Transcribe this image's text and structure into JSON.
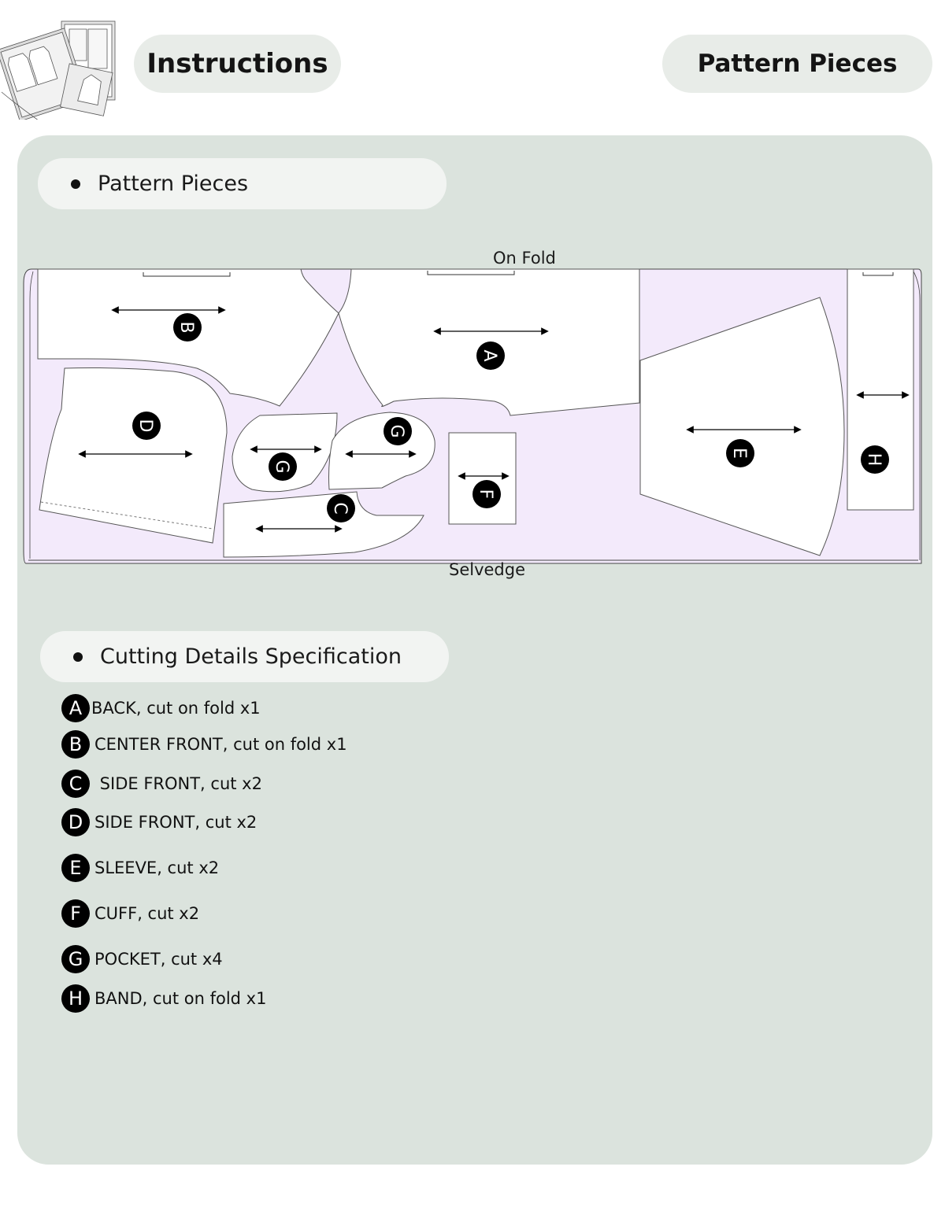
{
  "header": {
    "left_title": "Instructions",
    "right_title": "Pattern Pieces"
  },
  "layout_section": {
    "heading": "Pattern Pieces",
    "fold_label": "On Fold",
    "selvedge_label": "Selvedge",
    "piece_letters": [
      "A",
      "B",
      "C",
      "D",
      "E",
      "F",
      "G",
      "G",
      "H"
    ]
  },
  "cutting_section": {
    "heading": "Cutting Details Specification",
    "items": [
      {
        "letter": "A",
        "text": "BACK, cut on fold x1"
      },
      {
        "letter": "B",
        "text": "CENTER FRONT, cut on fold x1"
      },
      {
        "letter": "C",
        "text": " SIDE FRONT, cut x2"
      },
      {
        "letter": "D",
        "text": "SIDE FRONT, cut x2"
      },
      {
        "letter": "E",
        "text": "SLEEVE, cut x2"
      },
      {
        "letter": "F",
        "text": "CUFF, cut x2"
      },
      {
        "letter": "G",
        "text": "POCKET, cut x4"
      },
      {
        "letter": "H",
        "text": "BAND, cut on fold x1"
      }
    ]
  },
  "colors": {
    "panel": "#dbe3dd",
    "pill": "#e8ece8",
    "fabric": "#f3eafb",
    "piece": "#ffffff",
    "badge": "#000000"
  }
}
